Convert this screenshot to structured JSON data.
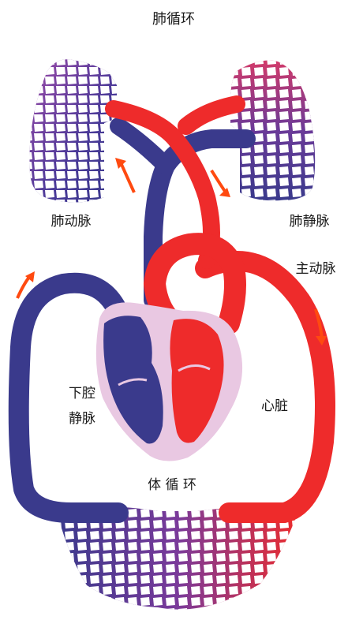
{
  "labels": {
    "pulmonary_circulation": "肺循环",
    "pulmonary_artery": "肺动脉",
    "pulmonary_vein": "肺静脉",
    "aorta": "主动脉",
    "inferior_vena_cava_line1": "下腔",
    "inferior_vena_cava_line2": "静脉",
    "heart": "心脏",
    "systemic_circulation": "体 循 环"
  },
  "colors": {
    "venous_blue": "#3a3a8c",
    "arterial_red": "#ee2b2b",
    "flow_arrow": "#ff4a10",
    "heart_fill": "#e9c8e2",
    "lung_outline_left": "#8a4aa0",
    "lung_outline_right": "#5a4aa0"
  }
}
